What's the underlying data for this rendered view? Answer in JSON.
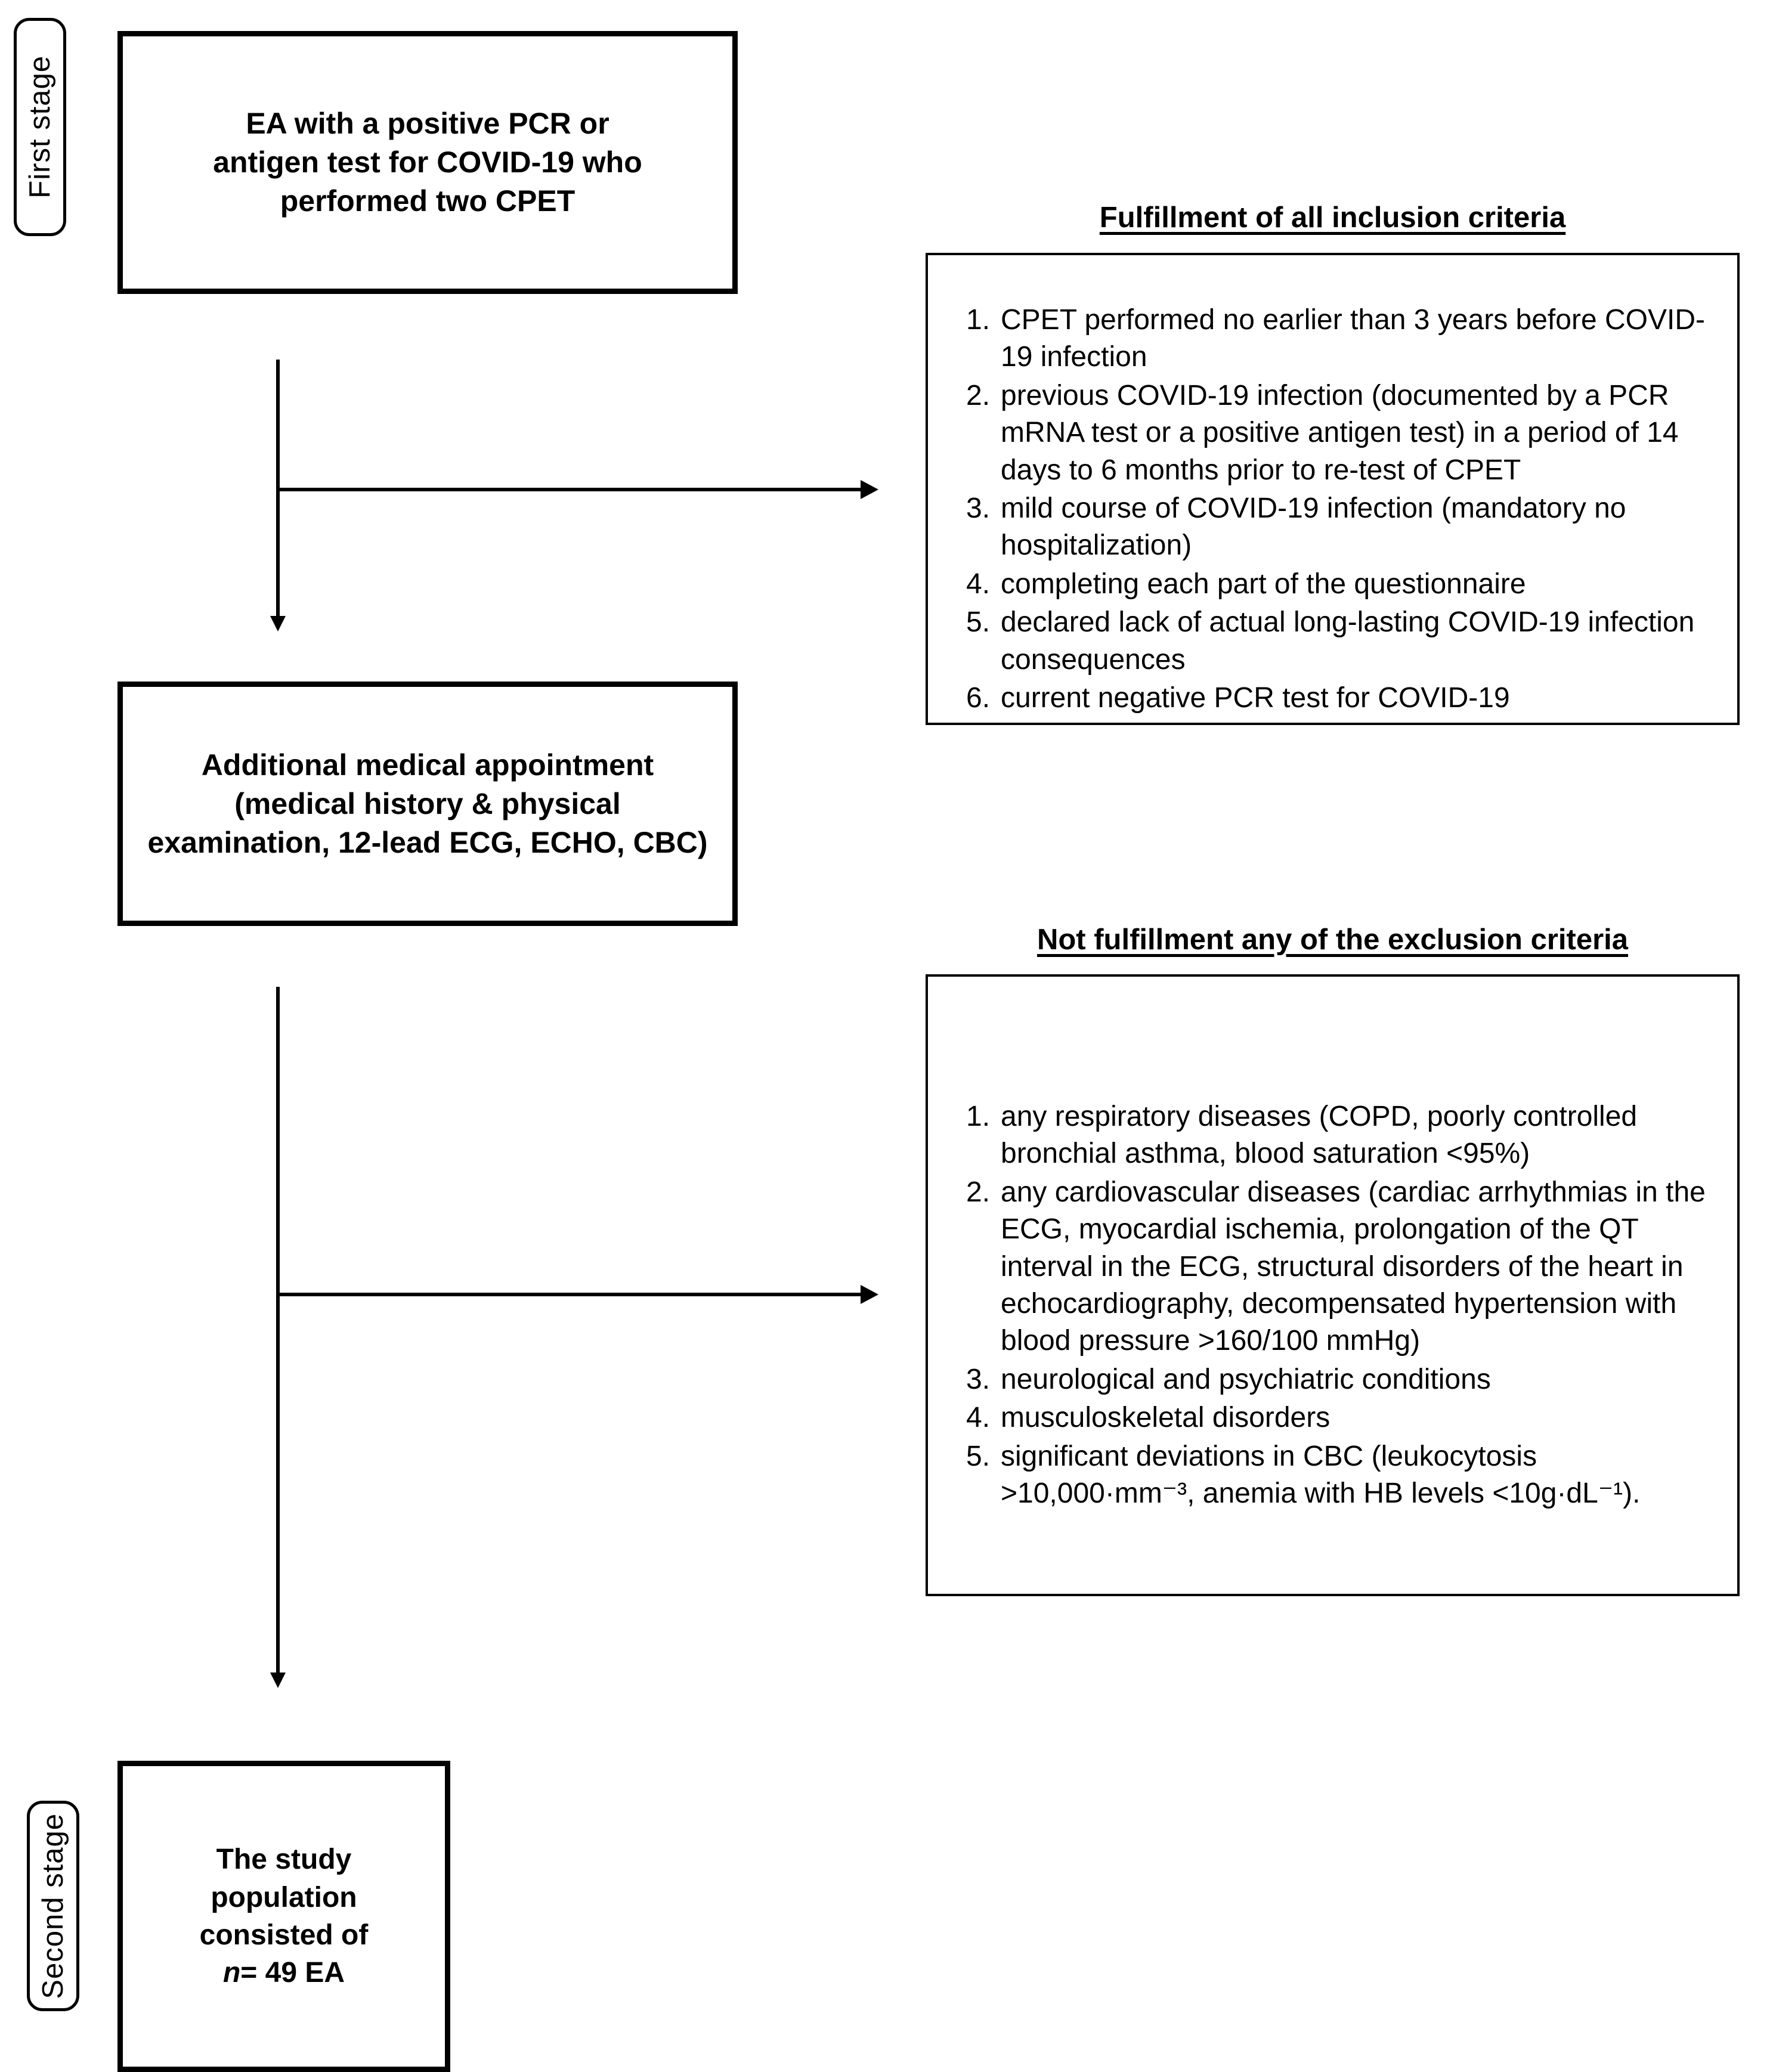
{
  "diagram": {
    "title": "Study flow diagram: two-stage participant selection",
    "line_color": "#000000",
    "background": "#ffffff"
  },
  "stages": {
    "first": {
      "label": "First stage"
    },
    "second": {
      "label": "Second stage"
    }
  },
  "boxes": {
    "screening": {
      "line1": "EA with a positive PCR or",
      "line2": "antigen test for COVID-19 who",
      "line3": "performed two CPET"
    },
    "appointment": {
      "line1": "Additional medical appointment",
      "line2": "(medical history & physical",
      "line3": "examination, 12-lead ECG, ECHO, CBC)"
    },
    "population": {
      "line1": "The study",
      "line2": "population",
      "line3": "consisted of",
      "line4_italic": "n",
      "line4_rest": "= 49 EA"
    }
  },
  "inclusion": {
    "heading": "Fulfillment of all inclusion criteria",
    "items": [
      {
        "num": "1.",
        "text": "CPET performed no earlier than 3 years before COVID-19 infection"
      },
      {
        "num": "2.",
        "text": "previous COVID-19 infection (documented by a PCR mRNA test or a positive antigen test) in a period of 14 days to 6 months prior to re-test of CPET"
      },
      {
        "num": "3.",
        "text": "mild course of COVID-19 infection (mandatory no hospitalization)"
      },
      {
        "num": "4.",
        "text": "completing each part of the questionnaire"
      },
      {
        "num": "5.",
        "text": "declared lack of actual long-lasting COVID-19 infection consequences"
      },
      {
        "num": "6.",
        "text": "current negative PCR test for COVID-19"
      }
    ]
  },
  "exclusion": {
    "heading": "Not fulfillment any of the exclusion criteria",
    "items": [
      {
        "num": "1.",
        "text": "any respiratory diseases (COPD, poorly controlled bronchial asthma, blood saturation <95%)"
      },
      {
        "num": "2.",
        "text": "any cardiovascular diseases (cardiac arrhythmias in the ECG, myocardial ischemia, prolongation of the QT interval in the ECG, structural disorders of the heart in echocardiography, decompensated hypertension with blood pressure >160/100 mmHg)"
      },
      {
        "num": "3.",
        "text": "neurological and psychiatric conditions"
      },
      {
        "num": "4.",
        "text": "musculoskeletal disorders"
      },
      {
        "num": "5.",
        "text": "significant deviations in CBC (leukocytosis >10,000·mm⁻³, anemia with HB levels <10g·dL⁻¹)."
      }
    ]
  }
}
